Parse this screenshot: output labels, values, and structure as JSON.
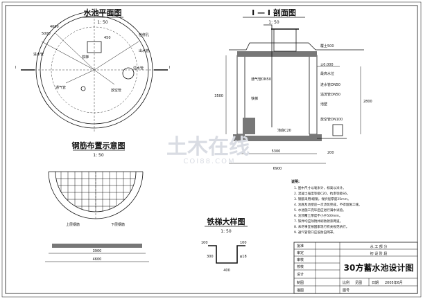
{
  "plan": {
    "title": "水池平面图",
    "scale": "1: 50",
    "section_mark": "I",
    "labels": {
      "inlet": "进水管",
      "outlet": "出水管",
      "vent": "通气管",
      "overflow": "溢水管",
      "manhole": "检修孔",
      "ladder": "铁梯",
      "drain": "放空管"
    },
    "dims": [
      "5000",
      "4600",
      "450"
    ]
  },
  "section": {
    "title": "I — I 剖面图",
    "scale": "1: 50",
    "labels": {
      "cover": "覆土500",
      "wall": "池壁",
      "bottom": "池底C20",
      "ladder": "铁梯",
      "inlet": "进水管DN50",
      "overflow": "溢流管DN50",
      "drain": "放空管DN100",
      "vent": "通气管DN50",
      "top": "±0.000",
      "water": "最高水位"
    },
    "dims": [
      "5300",
      "6900",
      "3500",
      "2800",
      "200"
    ]
  },
  "rebar": {
    "title": "钢筋布置示意图",
    "scale": "1: 50",
    "left_label": "上层钢筋",
    "right_label": "下层钢筋",
    "dims": [
      "3900",
      "4600"
    ]
  },
  "ladder_detail": {
    "title": "铁梯大样图",
    "scale": "1: 50",
    "dims": [
      "100",
      "300",
      "400",
      "φ18"
    ]
  },
  "notes": {
    "heading": "说明:",
    "items": [
      "1. 图中尺寸以毫米计，标高以米计。",
      "2. 混凝土强度等级C20，抗渗等级S6。",
      "3. 钢筋采用I级钢，保护层厚度25mm。",
      "4. 池底及池壁应一次浇筑完成，不得留施工缝。",
      "5. 水池施工完毕后应进行满水试验。",
      "6. 池顶覆土厚度不小于500mm。",
      "7. 铁件均应除锈并刷防锈漆两道。",
      "8. 未尽事宜按国家现行有关规范执行。",
      "9. 通气管管口应设防虫网罩。"
    ]
  },
  "titleblock": {
    "left_rows": [
      "批准",
      "审定",
      "审核",
      "校核",
      "设计",
      "制图",
      "描图"
    ],
    "dept": "水 工 部 分",
    "stage": "初 设 阶 段",
    "drawing_title": "30方蓄水池设计图",
    "scale_label": "比例",
    "scale_value": "见图",
    "date_label": "日期",
    "date_value": "2005年6月",
    "number_label": "图号"
  },
  "watermark": {
    "main": "土木在线",
    "sub": "COI88.COM"
  }
}
